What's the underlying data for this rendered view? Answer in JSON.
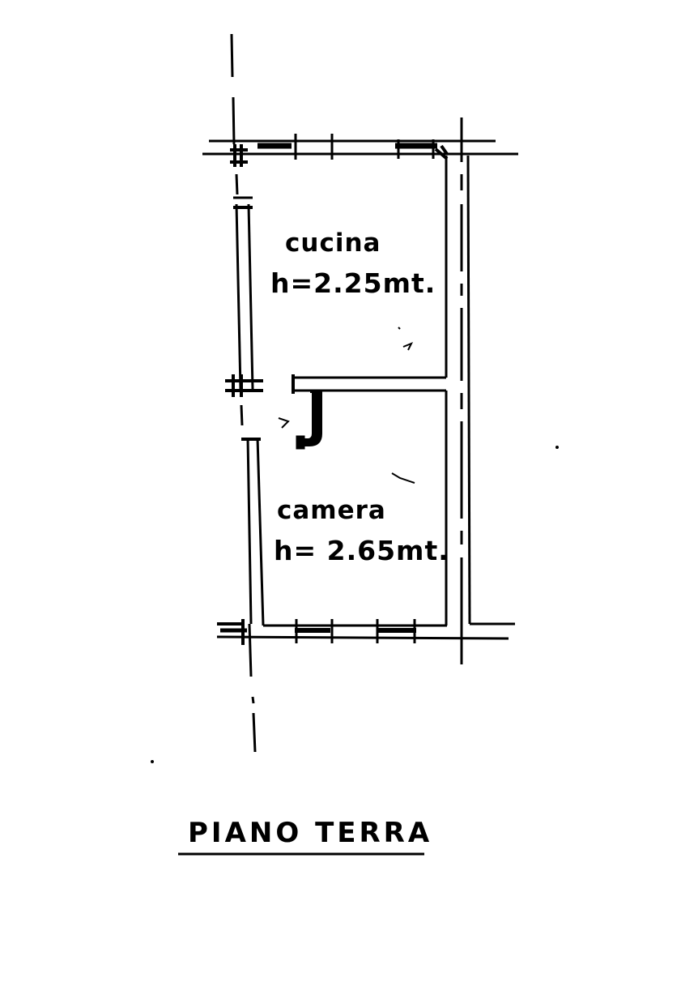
{
  "rooms": {
    "cucina": {
      "name": "cucina",
      "height": "h=2.25mt."
    },
    "camera": {
      "name": "camera",
      "height": "h= 2.65mt."
    }
  },
  "floor": {
    "title": "PIANO TERRA"
  },
  "colors": {
    "ink": "#000000",
    "paper": "#ffffff"
  }
}
